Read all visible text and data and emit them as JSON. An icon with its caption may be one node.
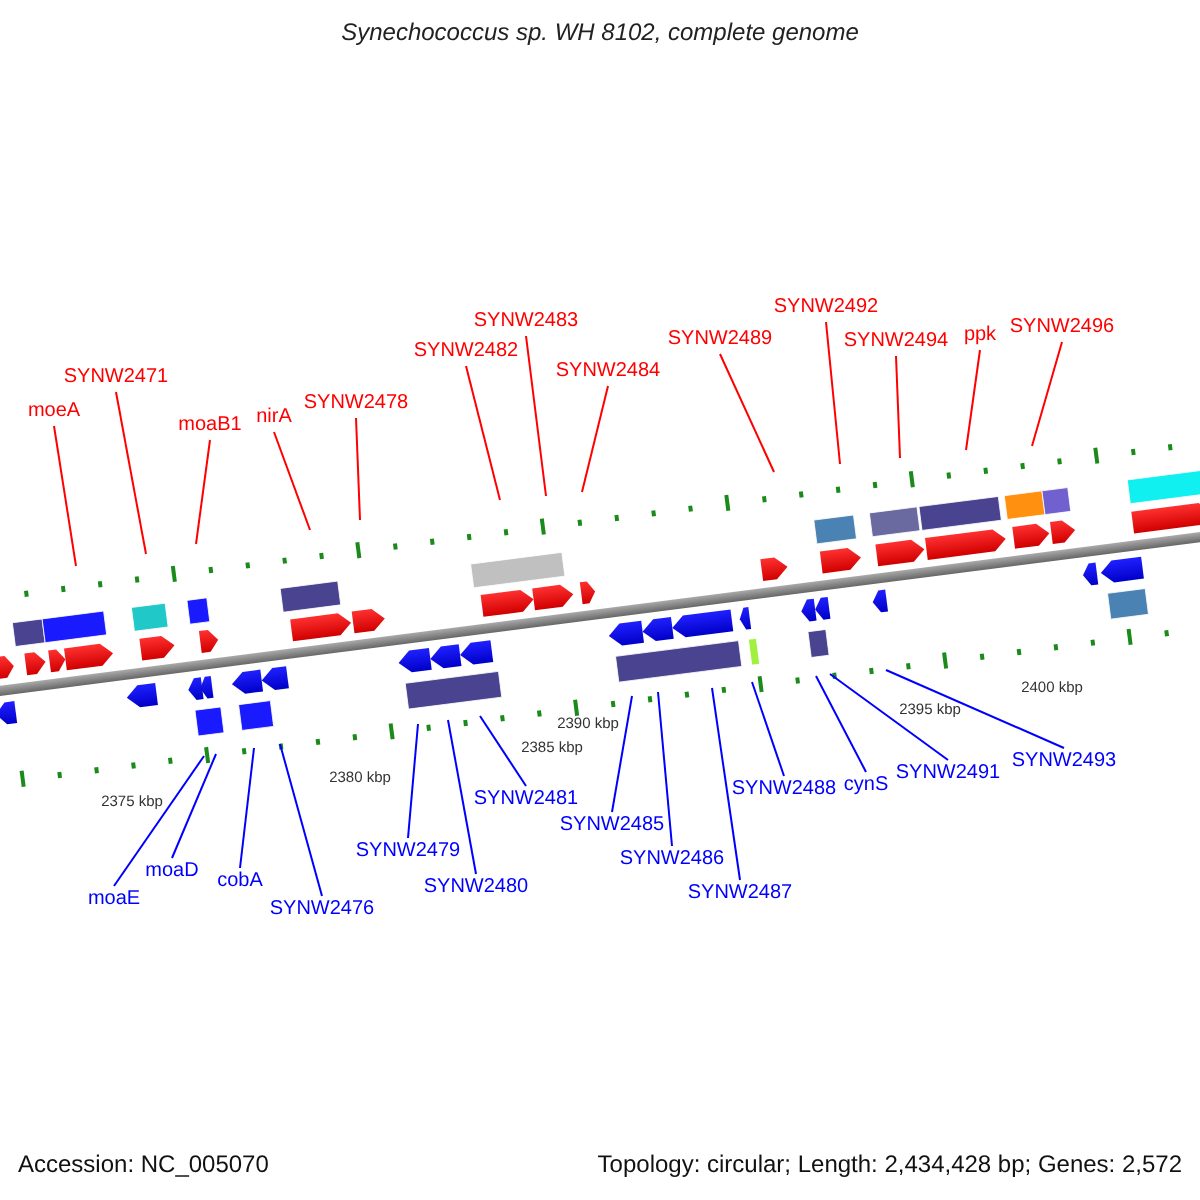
{
  "diagram": {
    "title": "Synechococcus sp. WH 8102, complete genome",
    "nodes": [
      {
        "text": [
          "moeA"
        ]
      },
      {
        "text": [
          "SYNW2471"
        ]
      },
      {
        "text": [
          "moaB1"
        ]
      },
      {
        "text": [
          "nirA"
        ]
      },
      {
        "text": [
          "SYNW2478"
        ]
      },
      {
        "text": [
          "SYNW2482"
        ]
      },
      {
        "text": [
          "SYNW2483"
        ]
      },
      {
        "text": [
          "SYNW2484"
        ]
      },
      {
        "text": [
          "SYNW2489"
        ]
      },
      {
        "text": [
          "SYNW2492"
        ]
      },
      {
        "text": [
          "SYNW2494"
        ]
      },
      {
        "text": [
          "ppk"
        ]
      },
      {
        "text": [
          "SYNW2496"
        ]
      },
      {
        "text": [
          "moaE"
        ]
      },
      {
        "text": [
          "moaD"
        ]
      },
      {
        "text": [
          "cobA"
        ]
      },
      {
        "text": [
          "SYNW2476"
        ]
      },
      {
        "text": [
          "SYNW2479"
        ]
      },
      {
        "text": [
          "SYNW2480"
        ]
      },
      {
        "text": [
          "SYNW2481"
        ]
      },
      {
        "text": [
          "SYNW2485"
        ]
      },
      {
        "text": [
          "SYNW2486"
        ]
      },
      {
        "text": [
          "SYNW2487"
        ]
      },
      {
        "text": [
          "SYNW2488"
        ]
      },
      {
        "text": [
          "cynS"
        ]
      },
      {
        "text": [
          "SYNW2491"
        ]
      },
      {
        "text": [
          "SYNW2493"
        ]
      }
    ],
    "edges": [
      {
        "from": 0,
        "to": null,
        "arrow": "none",
        "color": "#ff0000"
      },
      {
        "from": 1,
        "to": null,
        "arrow": "none",
        "color": "#ff0000"
      },
      {
        "from": 2,
        "to": null,
        "arrow": "none",
        "color": "#ff0000"
      },
      {
        "from": 3,
        "to": null,
        "arrow": "none",
        "color": "#ff0000"
      },
      {
        "from": 4,
        "to": null,
        "arrow": "none",
        "color": "#ff0000"
      },
      {
        "from": 5,
        "to": null,
        "arrow": "none",
        "color": "#ff0000"
      },
      {
        "from": 6,
        "to": null,
        "arrow": "none",
        "color": "#ff0000"
      },
      {
        "from": 7,
        "to": null,
        "arrow": "none",
        "color": "#ff0000"
      },
      {
        "from": 8,
        "to": null,
        "arrow": "none",
        "color": "#ff0000"
      },
      {
        "from": 9,
        "to": null,
        "arrow": "none",
        "color": "#ff0000"
      },
      {
        "from": 10,
        "to": null,
        "arrow": "none",
        "color": "#ff0000"
      },
      {
        "from": 11,
        "to": null,
        "arrow": "none",
        "color": "#ff0000"
      },
      {
        "from": 12,
        "to": null,
        "arrow": "none",
        "color": "#ff0000"
      },
      {
        "from": 13,
        "to": null,
        "arrow": "none",
        "color": "#0000ff"
      },
      {
        "from": 14,
        "to": null,
        "arrow": "none",
        "color": "#0000ff"
      },
      {
        "from": 15,
        "to": null,
        "arrow": "none",
        "color": "#0000ff"
      },
      {
        "from": 16,
        "to": null,
        "arrow": "none",
        "color": "#0000ff"
      },
      {
        "from": 17,
        "to": null,
        "arrow": "none",
        "color": "#0000ff"
      },
      {
        "from": 18,
        "to": null,
        "arrow": "none",
        "color": "#0000ff"
      },
      {
        "from": 19,
        "to": null,
        "arrow": "none",
        "color": "#0000ff"
      },
      {
        "from": 20,
        "to": null,
        "arrow": "none",
        "color": "#0000ff"
      },
      {
        "from": 21,
        "to": null,
        "arrow": "none",
        "color": "#0000ff"
      },
      {
        "from": 22,
        "to": null,
        "arrow": "none",
        "color": "#0000ff"
      },
      {
        "from": 23,
        "to": null,
        "arrow": "none",
        "color": "#0000ff"
      },
      {
        "from": 24,
        "to": null,
        "arrow": "none",
        "color": "#0000ff"
      },
      {
        "from": 25,
        "to": null,
        "arrow": "none",
        "color": "#0000ff"
      },
      {
        "from": 26,
        "to": null,
        "arrow": "none",
        "color": "#0000ff"
      }
    ],
    "labels": [
      "2375 kbp",
      "2380 kbp",
      "2385 kbp",
      "2390 kbp",
      "2395 kbp",
      "2400 kbp",
      "Accession: NC_005070",
      "Topology: circular; Length: 2,434,428 bp; Genes: 2,572"
    ]
  }
}
